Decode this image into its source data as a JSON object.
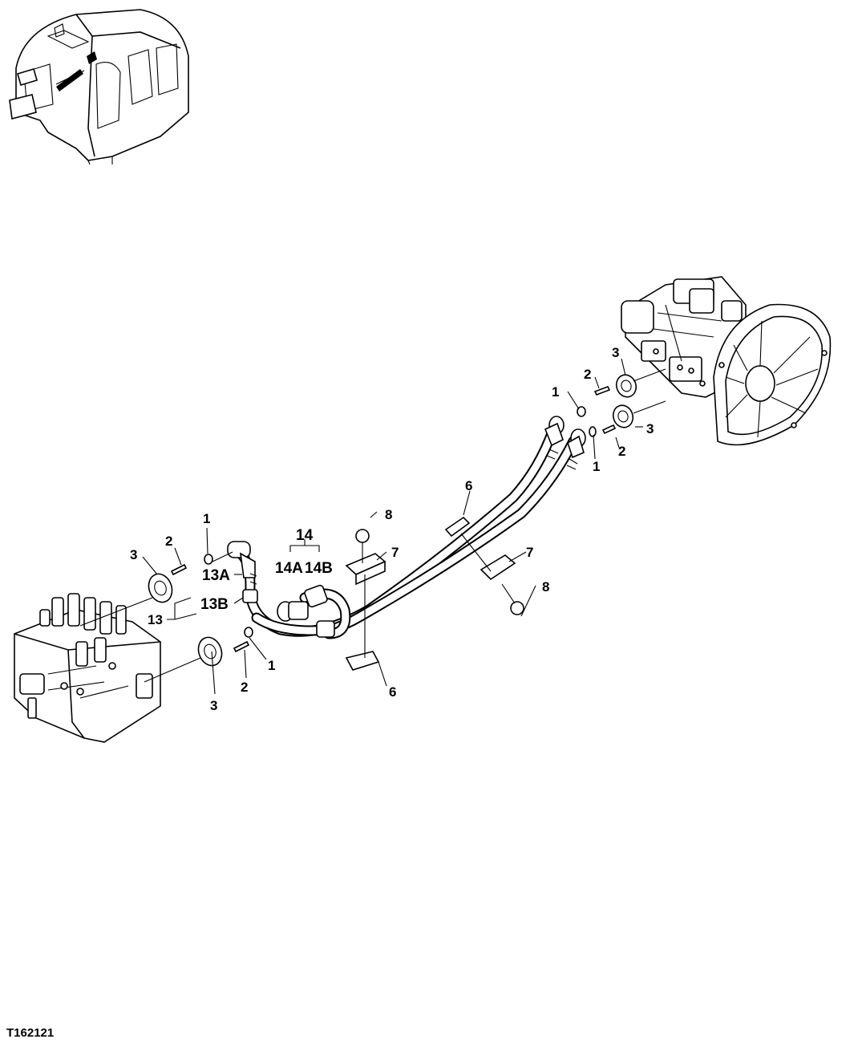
{
  "figure_id": "T162121",
  "callouts": {
    "c1": "1",
    "c2": "2",
    "c3": "3",
    "c6": "6",
    "c7": "7",
    "c8": "8",
    "c13": "13",
    "c13a": "13A",
    "c13b": "13B",
    "c14": "14",
    "c14a": "14A",
    "c14b": "14B"
  }
}
